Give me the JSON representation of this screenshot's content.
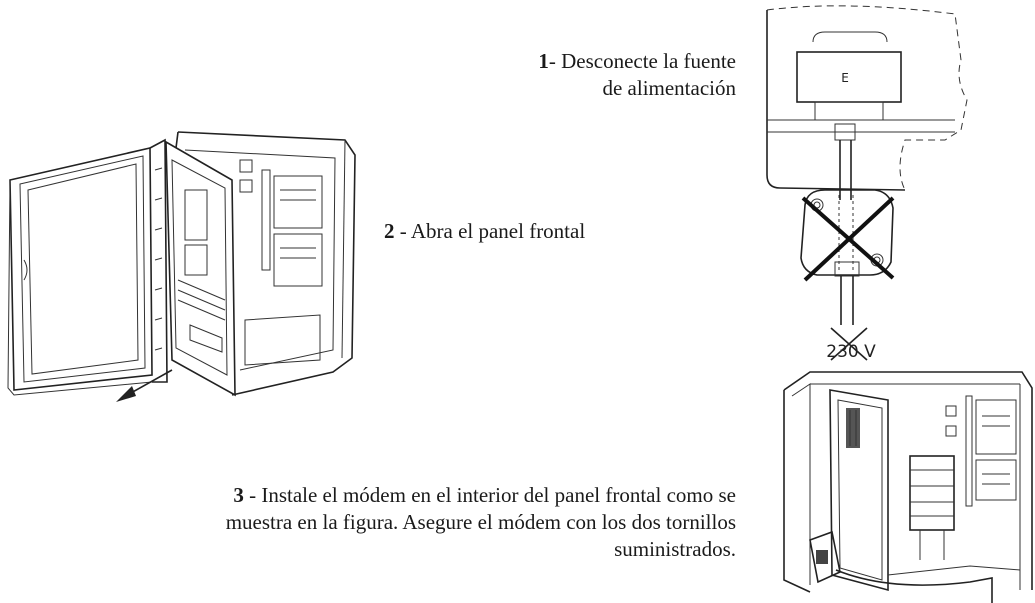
{
  "step1": {
    "number": "1",
    "text": "- Desconecte la fuente",
    "line2": "de alimentación"
  },
  "step2": {
    "number": "2",
    "text": " - Abra el panel frontal"
  },
  "step3": {
    "number": "3",
    "line1": " - Instale el módem en el interior del panel frontal como se",
    "line2": "muestra en la figura. Asegure el módem con los dos tornillos",
    "line3": "suministrados."
  },
  "figure_power": {
    "transformer_label": "E",
    "voltage_label": "230 V"
  },
  "colors": {
    "ink": "#222222",
    "background": "#ffffff"
  }
}
